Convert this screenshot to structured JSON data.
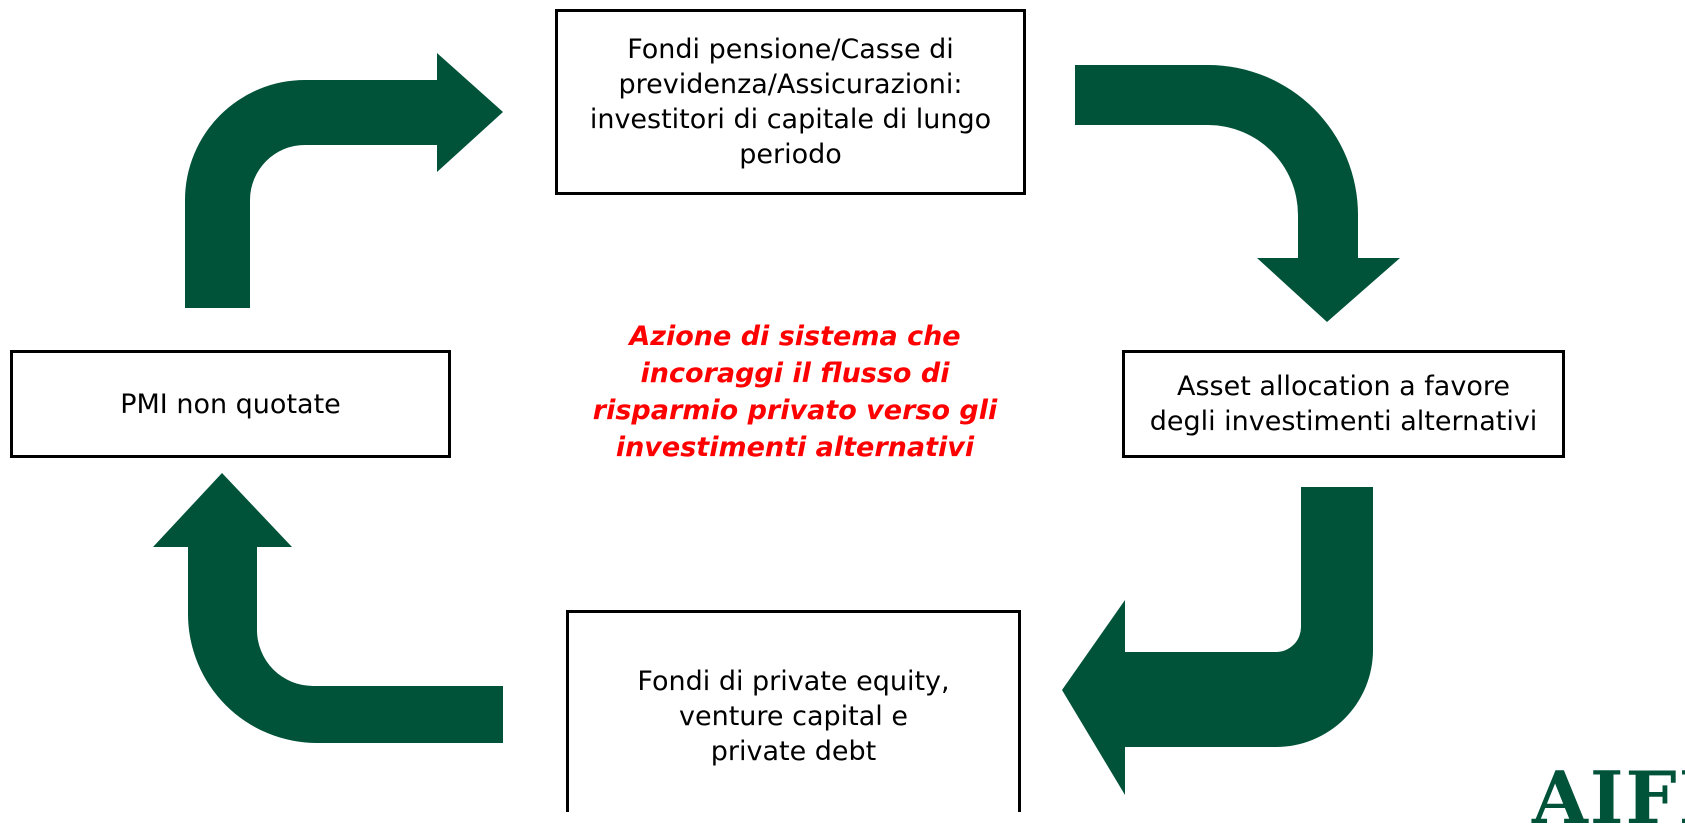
{
  "diagram": {
    "nodes": {
      "top": {
        "label": "Fondi pensione/Casse di\nprevidenza/Assicurazioni:\ninvestitori di capitale di lungo\nperiodo"
      },
      "right": {
        "label": "Asset allocation a favore\ndegli investimenti alternativi"
      },
      "bottom": {
        "label": "Fondi di private equity,\nventure capital e\nprivate debt"
      },
      "left": {
        "label": "PMI non quotate"
      }
    },
    "center_text": "Azione di sistema che\nincoraggi il flusso di\nrisparmio privato verso gli\ninvestimenti alternativi",
    "flow": [
      "left",
      "top",
      "right",
      "bottom",
      "left"
    ],
    "colors": {
      "arrow": "#005238",
      "center_text": "#ff0000",
      "logo": "#005238"
    }
  },
  "logo": {
    "text": "AIFI"
  }
}
